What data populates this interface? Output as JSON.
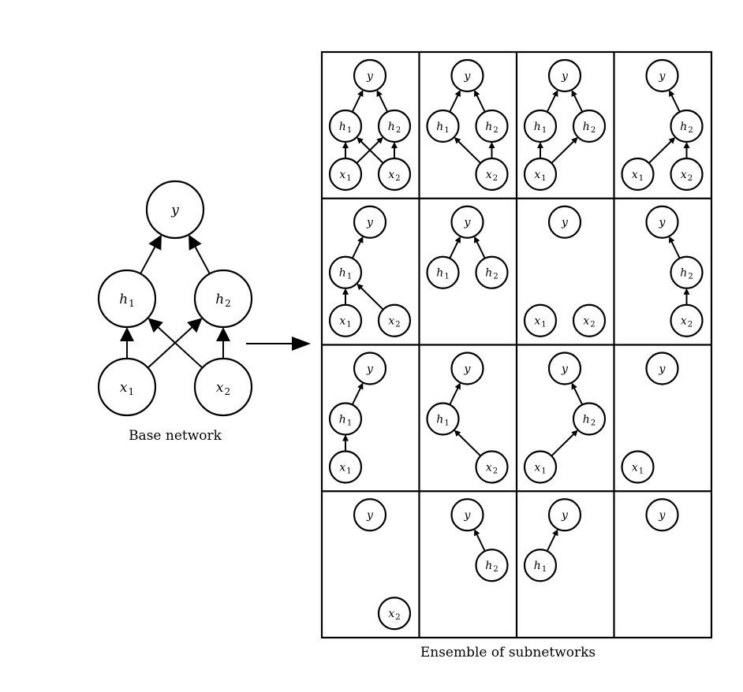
{
  "base_caption": "Base network",
  "ensemble_caption": "Ensemble of subnetworks",
  "node_labels": {
    "y": {
      "main": "y",
      "sub": ""
    },
    "h1": {
      "main": "h",
      "sub": "1"
    },
    "h2": {
      "main": "h",
      "sub": "2"
    },
    "x1": {
      "main": "x",
      "sub": "1"
    },
    "x2": {
      "main": "x",
      "sub": "2"
    }
  },
  "base_edges": [
    [
      "x1",
      "h1"
    ],
    [
      "x1",
      "h2"
    ],
    [
      "x2",
      "h1"
    ],
    [
      "x2",
      "h2"
    ],
    [
      "h1",
      "y"
    ],
    [
      "h2",
      "y"
    ]
  ],
  "subnetworks": [
    {
      "nodes": [
        "y",
        "h1",
        "h2",
        "x1",
        "x2"
      ],
      "edges": [
        [
          "x1",
          "h1"
        ],
        [
          "x1",
          "h2"
        ],
        [
          "x2",
          "h1"
        ],
        [
          "x2",
          "h2"
        ],
        [
          "h1",
          "y"
        ],
        [
          "h2",
          "y"
        ]
      ]
    },
    {
      "nodes": [
        "y",
        "h1",
        "h2",
        "x2"
      ],
      "edges": [
        [
          "x2",
          "h1"
        ],
        [
          "x2",
          "h2"
        ],
        [
          "h1",
          "y"
        ],
        [
          "h2",
          "y"
        ]
      ]
    },
    {
      "nodes": [
        "y",
        "h1",
        "h2",
        "x1"
      ],
      "edges": [
        [
          "x1",
          "h1"
        ],
        [
          "x1",
          "h2"
        ],
        [
          "h1",
          "y"
        ],
        [
          "h2",
          "y"
        ]
      ]
    },
    {
      "nodes": [
        "y",
        "h2",
        "x1",
        "x2"
      ],
      "edges": [
        [
          "x1",
          "h2"
        ],
        [
          "x2",
          "h2"
        ],
        [
          "h2",
          "y"
        ]
      ]
    },
    {
      "nodes": [
        "y",
        "h1",
        "x1",
        "x2"
      ],
      "edges": [
        [
          "x1",
          "h1"
        ],
        [
          "x2",
          "h1"
        ],
        [
          "h1",
          "y"
        ]
      ]
    },
    {
      "nodes": [
        "y",
        "h1",
        "h2"
      ],
      "edges": [
        [
          "h1",
          "y"
        ],
        [
          "h2",
          "y"
        ]
      ]
    },
    {
      "nodes": [
        "y",
        "x1",
        "x2"
      ],
      "edges": []
    },
    {
      "nodes": [
        "y",
        "h2",
        "x2"
      ],
      "edges": [
        [
          "x2",
          "h2"
        ],
        [
          "h2",
          "y"
        ]
      ]
    },
    {
      "nodes": [
        "y",
        "h1",
        "x1"
      ],
      "edges": [
        [
          "x1",
          "h1"
        ],
        [
          "h1",
          "y"
        ]
      ]
    },
    {
      "nodes": [
        "y",
        "h1",
        "x2"
      ],
      "edges": [
        [
          "x2",
          "h1"
        ],
        [
          "h1",
          "y"
        ]
      ]
    },
    {
      "nodes": [
        "y",
        "h2",
        "x1"
      ],
      "edges": [
        [
          "x1",
          "h2"
        ],
        [
          "h2",
          "y"
        ]
      ]
    },
    {
      "nodes": [
        "y",
        "x1"
      ],
      "edges": []
    },
    {
      "nodes": [
        "y",
        "x2"
      ],
      "edges": []
    },
    {
      "nodes": [
        "y",
        "h2"
      ],
      "edges": [
        [
          "h2",
          "y"
        ]
      ]
    },
    {
      "nodes": [
        "y",
        "h1"
      ],
      "edges": [
        [
          "h1",
          "y"
        ]
      ]
    },
    {
      "nodes": [
        "y"
      ],
      "edges": []
    }
  ]
}
